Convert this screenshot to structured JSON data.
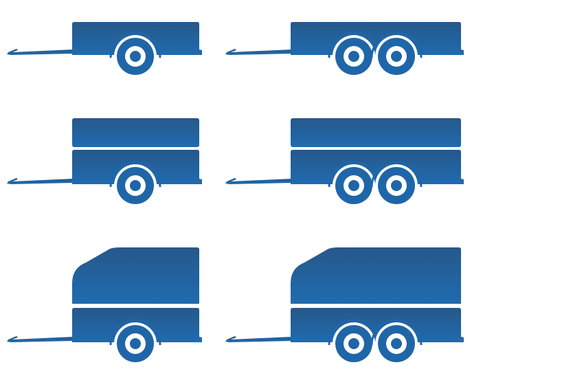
{
  "colors": {
    "body_top": "#26588a",
    "body_bottom": "#1f6bb0",
    "tyre": "#1f66a8",
    "hub": "#ffffff",
    "background": "#ffffff"
  },
  "trailers": [
    {
      "axles": 1,
      "top": "none"
    },
    {
      "axles": 2,
      "top": "none"
    },
    {
      "axles": 1,
      "top": "extension"
    },
    {
      "axles": 2,
      "top": "extension"
    },
    {
      "axles": 1,
      "top": "canopy"
    },
    {
      "axles": 2,
      "top": "canopy"
    }
  ]
}
